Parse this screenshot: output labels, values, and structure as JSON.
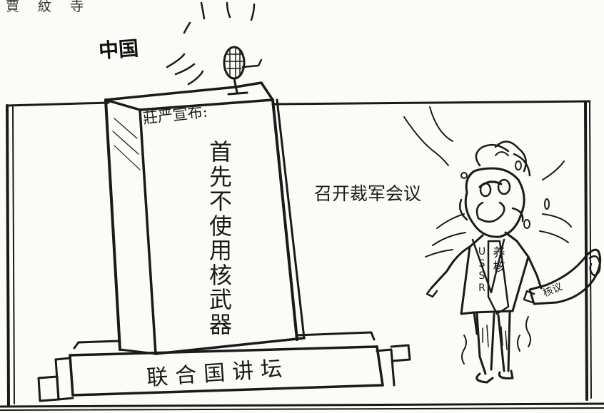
{
  "cartoon": {
    "credit": "賈 紋 寺",
    "china_label": "中国",
    "podium_heading": "莊严宣布:",
    "podium_lines": [
      "首",
      "先",
      "不",
      "使",
      "用",
      "核",
      "武",
      "器"
    ],
    "base_label": "联合国讲坛",
    "speech": "召开裁军会议",
    "ussr_letters": [
      "U",
      "S",
      "S",
      "R"
    ],
    "sash_label": [
      "养",
      "核"
    ],
    "scroll_label": "核议"
  }
}
